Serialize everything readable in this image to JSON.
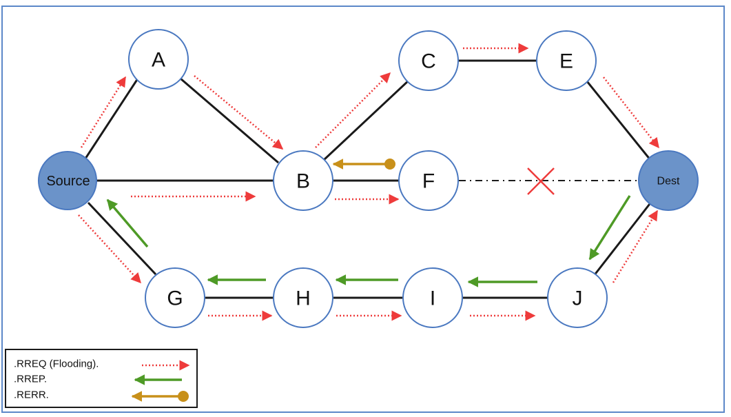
{
  "colors": {
    "rreq": "#ee3b3b",
    "rrep": "#4e9a26",
    "rerr": "#c8901a",
    "filled_node": "#6b93c9",
    "node_stroke": "#4a78c0",
    "frame": "#5b87c8",
    "link": "#1a1a1a",
    "break_mark": "#ee3b3b"
  },
  "nodes": {
    "source": "Source",
    "a": "A",
    "b": "B",
    "c": "C",
    "e": "E",
    "f": "F",
    "dest": "Dest",
    "g": "G",
    "h": "H",
    "i": "I",
    "j": "J"
  },
  "legend": {
    "rreq": ".RREQ (Flooding).",
    "rrep": ".RREP.",
    "rerr": ".RERR."
  }
}
